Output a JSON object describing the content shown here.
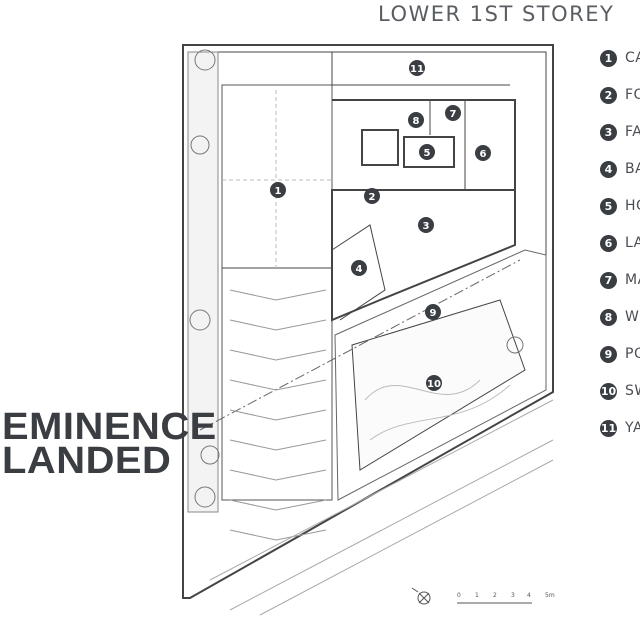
{
  "title": "LOWER 1ST STOREY",
  "brand": {
    "line1": "EMINENCE",
    "line2": "LANDED"
  },
  "legend": [
    {
      "n": "1",
      "label": "CA"
    },
    {
      "n": "2",
      "label": "FO"
    },
    {
      "n": "3",
      "label": "FA"
    },
    {
      "n": "4",
      "label": "BA"
    },
    {
      "n": "5",
      "label": "HO"
    },
    {
      "n": "6",
      "label": "LA"
    },
    {
      "n": "7",
      "label": "MA"
    },
    {
      "n": "8",
      "label": "W"
    },
    {
      "n": "9",
      "label": "PO"
    },
    {
      "n": "10",
      "label": "SW"
    },
    {
      "n": "11",
      "label": "YA"
    }
  ],
  "scale": {
    "ticks": [
      "0",
      "1",
      "2",
      "3",
      "4",
      "5m"
    ]
  },
  "north_icon": "north-arrow-icon",
  "colors": {
    "ink": "#3a3d42",
    "title": "#5a5d61"
  }
}
